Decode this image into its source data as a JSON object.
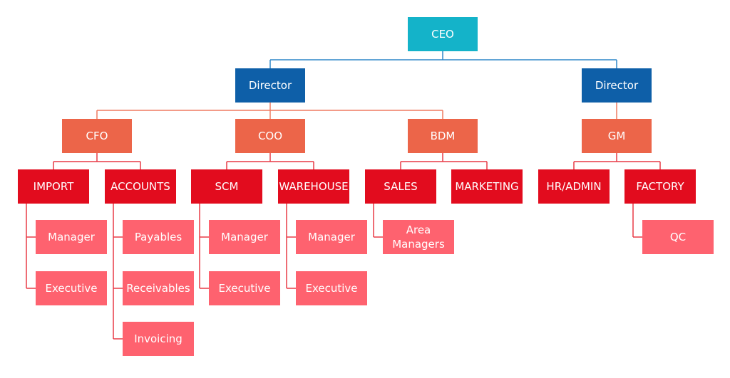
{
  "colors": {
    "ceo": "#14b3c9",
    "director": "#0e5fa8",
    "executive_level": "#ec6549",
    "department": "#e20c1e",
    "role": "#fe626f",
    "line_blue": "#2e87c8",
    "line_orange": "#ef7a60",
    "line_red": "#e83a46"
  },
  "org": {
    "ceo": "CEO",
    "director_left": "Director",
    "director_right": "Director",
    "cfo": "CFO",
    "coo": "COO",
    "bdm": "BDM",
    "gm": "GM",
    "import": "IMPORT",
    "accounts": "ACCOUNTS",
    "scm": "SCM",
    "warehouse": "WAREHOUSE",
    "sales": "SALES",
    "marketing": "MARKETING",
    "hr_admin": "HR/ADMIN",
    "factory": "FACTORY",
    "import_manager": "Manager",
    "import_executive": "Executive",
    "accounts_payables": "Payables",
    "accounts_receivables": "Receivables",
    "accounts_invoicing": "Invoicing",
    "scm_manager": "Manager",
    "scm_executive": "Executive",
    "warehouse_manager": "Manager",
    "warehouse_executive": "Executive",
    "sales_area_managers": "Area\nManagers",
    "factory_qc": "QC"
  }
}
